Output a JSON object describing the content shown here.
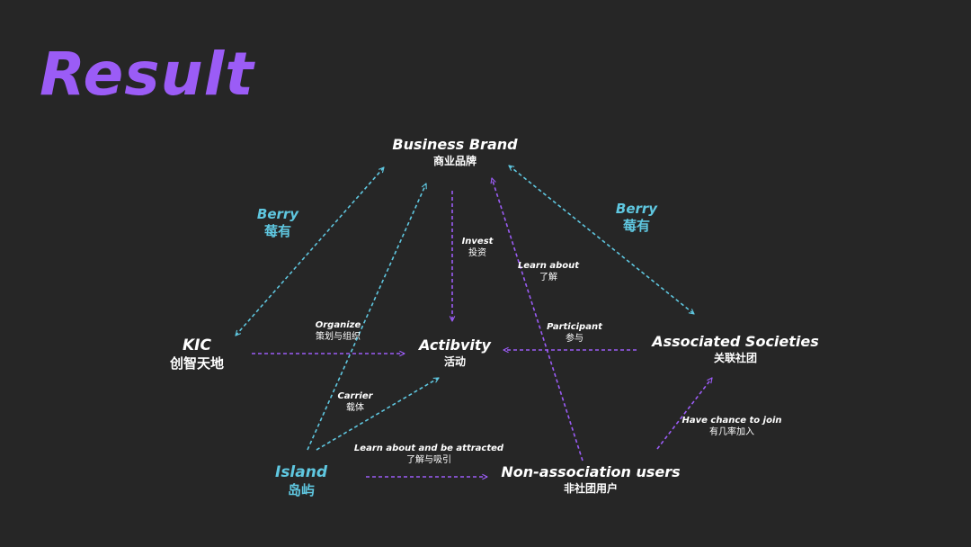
{
  "title": "Result",
  "colors": {
    "purple": "#9b5cf6",
    "teal": "#5fc7e0",
    "white": "#ffffff",
    "background": "#262626"
  },
  "nodes": {
    "business_brand": {
      "en": "Business Brand",
      "zh": "商业品牌"
    },
    "activity": {
      "en": "Actibvity",
      "zh": "活动"
    },
    "kic": {
      "en": "KIC",
      "zh": "创智天地"
    },
    "associated_societies": {
      "en": "Associated Societies",
      "zh": "关联社团"
    },
    "island": {
      "en": "Island",
      "zh": "岛屿"
    },
    "non_association_users": {
      "en": "Non-association users",
      "zh": "非社团用户"
    }
  },
  "relations": {
    "berry_left": {
      "en": "Berry",
      "zh": "莓有"
    },
    "berry_right": {
      "en": "Berry",
      "zh": "莓有"
    },
    "invest": {
      "en": "Invest",
      "zh": "投资"
    },
    "learn_about": {
      "en": "Learn about",
      "zh": "了解"
    },
    "participant": {
      "en": "Participant",
      "zh": "参与"
    },
    "organize": {
      "en": "Organize",
      "zh": "策划与组织"
    },
    "carrier": {
      "en": "Carrier",
      "zh": "载体"
    },
    "learn_attracted": {
      "en": "Learn about and be attracted",
      "zh": "了解与吸引"
    },
    "have_chance": {
      "en": "Have chance to join",
      "zh": "有几率加入"
    }
  }
}
